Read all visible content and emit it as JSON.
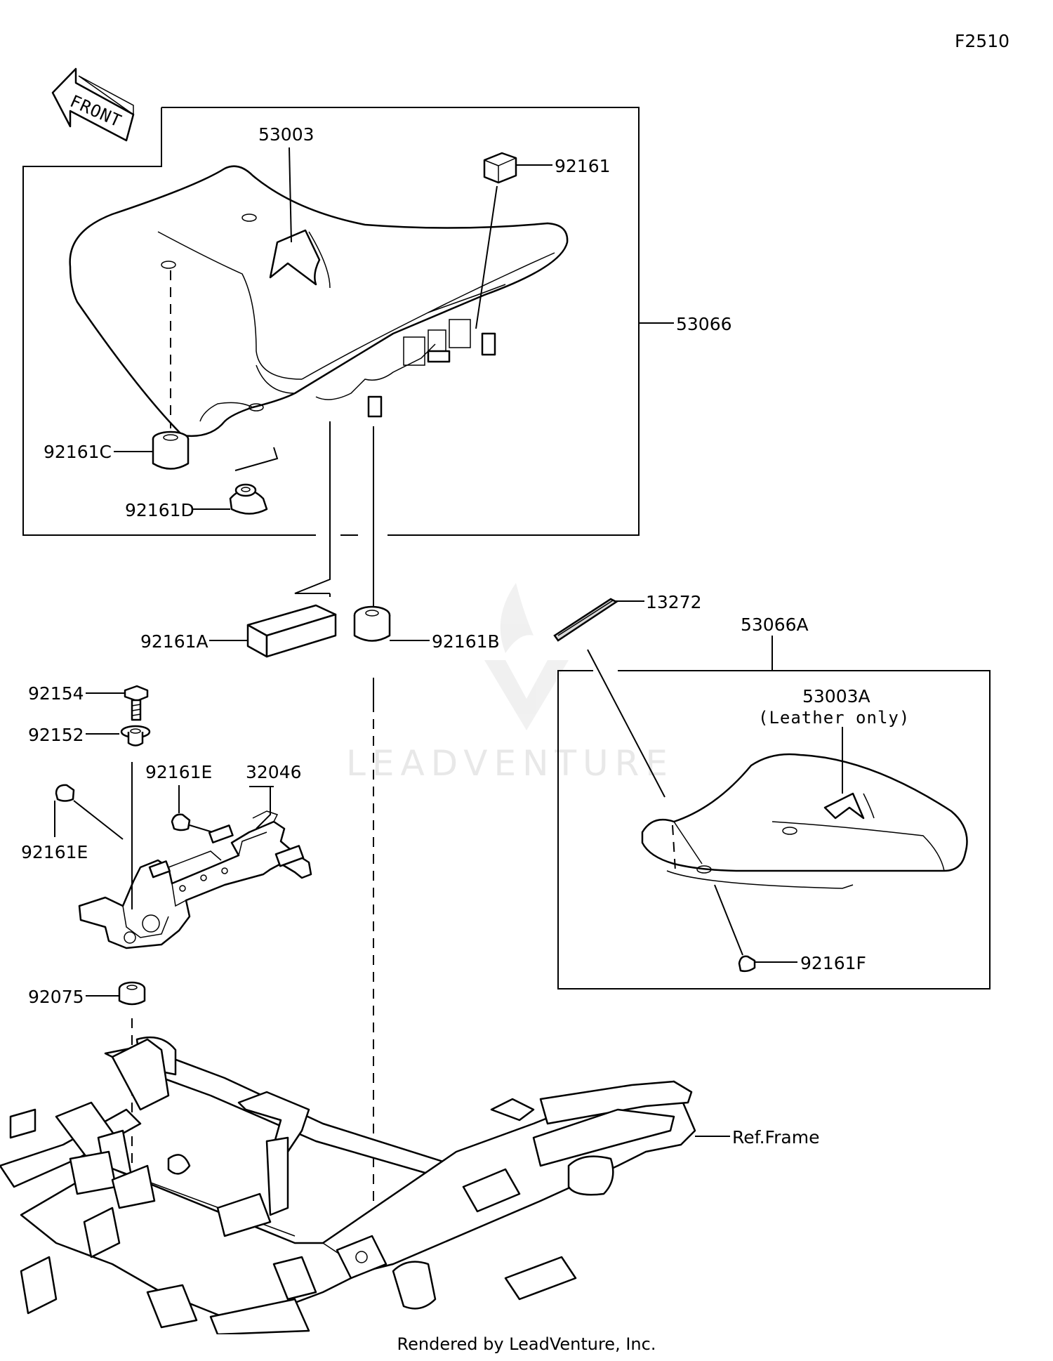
{
  "figure_code": "F2510",
  "front_arrow_label": "FRONT",
  "watermark": "LEADVENTURE",
  "credit": "Rendered by LeadVenture, Inc.",
  "callouts": {
    "p53003": "53003",
    "p92161": "92161",
    "p53066": "53066",
    "p92161C": "92161C",
    "p92161D": "92161D",
    "p92161A": "92161A",
    "p92161B": "92161B",
    "p13272": "13272",
    "p53066A": "53066A",
    "p53003A": "53003A",
    "p53003A_note": "(Leather only)",
    "p92154": "92154",
    "p92152": "92152",
    "p92161E_a": "92161E",
    "p92161E_b": "92161E",
    "p32046": "32046",
    "p92161F": "92161F",
    "p92075": "92075",
    "ref_frame": "Ref.Frame"
  }
}
